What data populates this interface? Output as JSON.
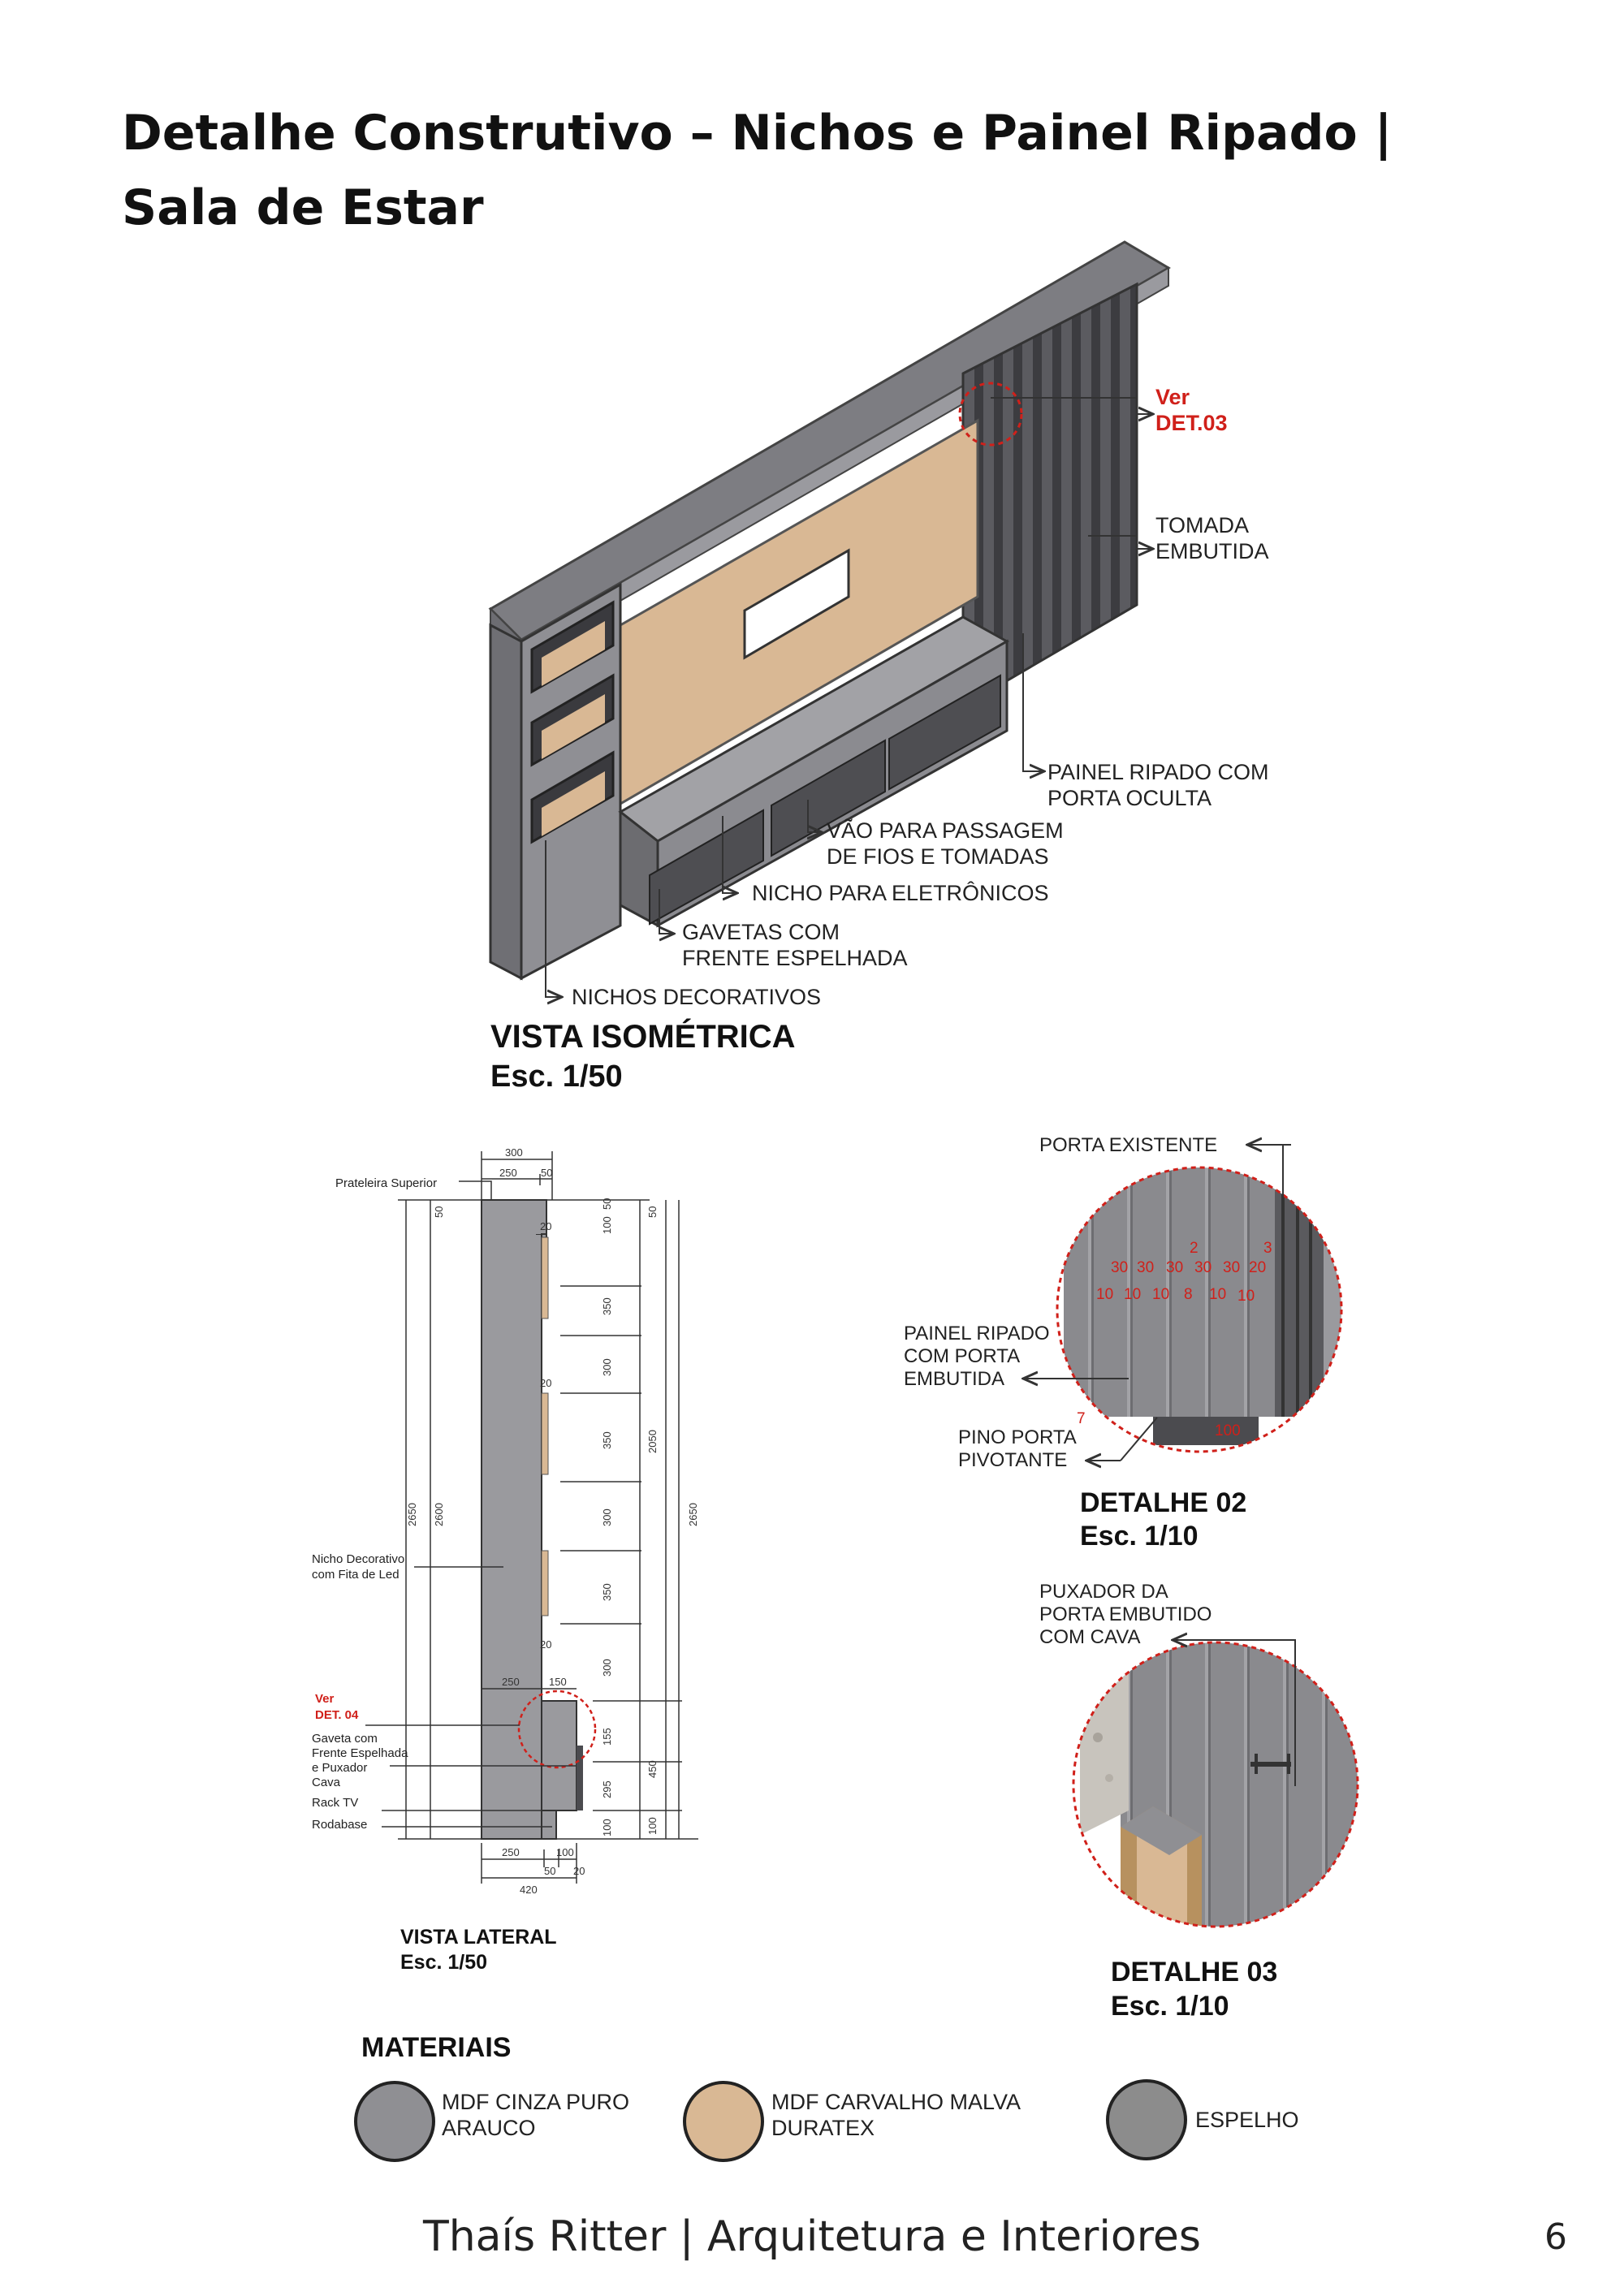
{
  "title": {
    "line1": "Detalhe Construtivo – Nichos e Painel Ripado |",
    "line2": "Sala de Estar"
  },
  "isometric": {
    "ver_label": "Ver",
    "ver_ref": "DET.03",
    "tomada_1": "TOMADA",
    "tomada_2": "EMBUTIDA",
    "painel_1": "PAINEL RIPADO COM",
    "painel_2": "PORTA OCULTA",
    "vao_1": "VÃO PARA PASSAGEM",
    "vao_2": "DE FIOS E TOMADAS",
    "nicho_eletronicos": "NICHO PARA ELETRÔNICOS",
    "gavetas_1": "GAVETAS COM",
    "gavetas_2": "FRENTE ESPELHADA",
    "nichos_decorativos": "NICHOS DECORATIVOS",
    "view_title": "VISTA ISOMÉTRICA",
    "scale": "Esc. 1/50"
  },
  "lateral": {
    "prateleira": "Prateleira Superior",
    "nicho_1": "Nicho Decorativo",
    "nicho_2": "com Fita de Led",
    "ver_label": "Ver",
    "ver_ref": "DET. 04",
    "gaveta_1": "Gaveta com",
    "gaveta_2": "Frente Espelhada",
    "gaveta_3": "e Puxador",
    "gaveta_4": "Cava",
    "rack": "Rack TV",
    "rodabase": "Rodabase",
    "dim_top_300": "300",
    "dim_top_250": "250",
    "dim_top_50": "50",
    "dim_mid_250": "250",
    "dim_mid_150": "150",
    "dim_bot_250": "250",
    "dim_bot_100": "100",
    "dim_bot_50": "50",
    "dim_bot_20": "20",
    "dim_bot_420": "420",
    "dim_left_2650": "2650",
    "dim_left_2600": "2600",
    "dim_left_50": "50",
    "dim_right_2650": "2650",
    "dim_right_2050": "2050",
    "dim_right_450": "450",
    "dim_right_100": "100",
    "dim_right_50": "50",
    "dim_stack": [
      "100",
      "350",
      "300",
      "350",
      "300",
      "350",
      "300",
      "155",
      "295",
      "100"
    ],
    "dim_stack_small": [
      "50",
      "20",
      "20",
      "20"
    ],
    "view_title": "VISTA LATERAL",
    "scale": "Esc. 1/50"
  },
  "detalhe02": {
    "porta_existente": "PORTA EXISTENTE",
    "painel_1": "PAINEL RIPADO",
    "painel_2": "COM PORTA",
    "painel_3": "EMBUTIDA",
    "pino_1": "PINO PORTA",
    "pino_2": "PIVOTANTE",
    "dims_30": [
      "30",
      "30",
      "30",
      "30",
      "30",
      "20"
    ],
    "dims_10": [
      "10",
      "10",
      "10",
      "8",
      "10",
      "10"
    ],
    "dim_2": "2",
    "dim_3": "3",
    "dim_7": "7",
    "dim_100": "100",
    "view_title": "DETALHE 02",
    "scale": "Esc. 1/10"
  },
  "detalhe03": {
    "puxador_1": "PUXADOR DA",
    "puxador_2": "PORTA EMBUTIDO",
    "puxador_3": "COM CAVA",
    "view_title": "DETALHE 03",
    "scale": "Esc. 1/10"
  },
  "materials": {
    "heading": "MATERIAIS",
    "items": [
      {
        "line1": "MDF CINZA PURO",
        "line2": "ARAUCO",
        "color": "#8f8f93"
      },
      {
        "line1": "MDF CARVALHO MALVA",
        "line2": "DURATEX",
        "color": "#d9b894"
      },
      {
        "line1": "ESPELHO",
        "line2": "",
        "color": "#8c8c8c"
      }
    ]
  },
  "colors": {
    "gray_mdf": "#8f8f93",
    "wood": "#d9b894",
    "annotation_red": "#d0201a"
  },
  "footer": {
    "text": "Thaís Ritter | Arquitetura e Interiores",
    "page": "6"
  }
}
